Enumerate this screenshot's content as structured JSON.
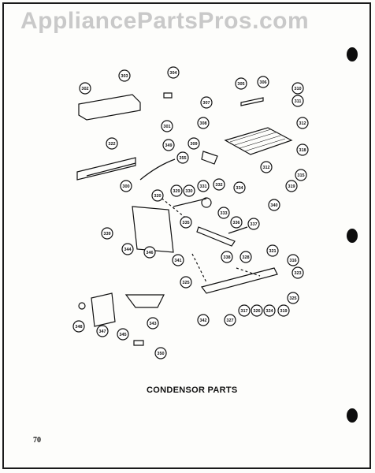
{
  "watermark": "AppliancePartsPros.com",
  "caption": "CONDENSOR PARTS",
  "page_number": "70",
  "part_labels": {
    "l302": "302",
    "l303": "303",
    "l304": "304",
    "l305": "305",
    "l306": "306",
    "l310": "310",
    "l311": "311",
    "l307": "307",
    "l308": "308",
    "l312a": "312",
    "l301": "301",
    "l322": "322",
    "l349a": "349",
    "l309": "309",
    "l318": "318",
    "l312b": "312",
    "l300": "300",
    "l355": "355",
    "l319": "319",
    "l315": "315",
    "l320": "320",
    "l329": "329",
    "l330": "330",
    "l331": "331",
    "l332": "332",
    "l334": "334",
    "l335": "335",
    "l333": "333",
    "l340": "340",
    "l339": "339",
    "l344": "344",
    "l346": "346",
    "l336": "336",
    "l337": "337",
    "l338": "338",
    "l341": "341",
    "l328": "328",
    "l321": "321",
    "l316": "316",
    "l323": "323",
    "l325": "325",
    "l317": "317",
    "l326": "326",
    "l324": "324",
    "l327": "327",
    "l342": "342",
    "l319b": "319",
    "l348": "348",
    "l347": "347",
    "l345": "345",
    "l343": "343",
    "l350": "350"
  }
}
